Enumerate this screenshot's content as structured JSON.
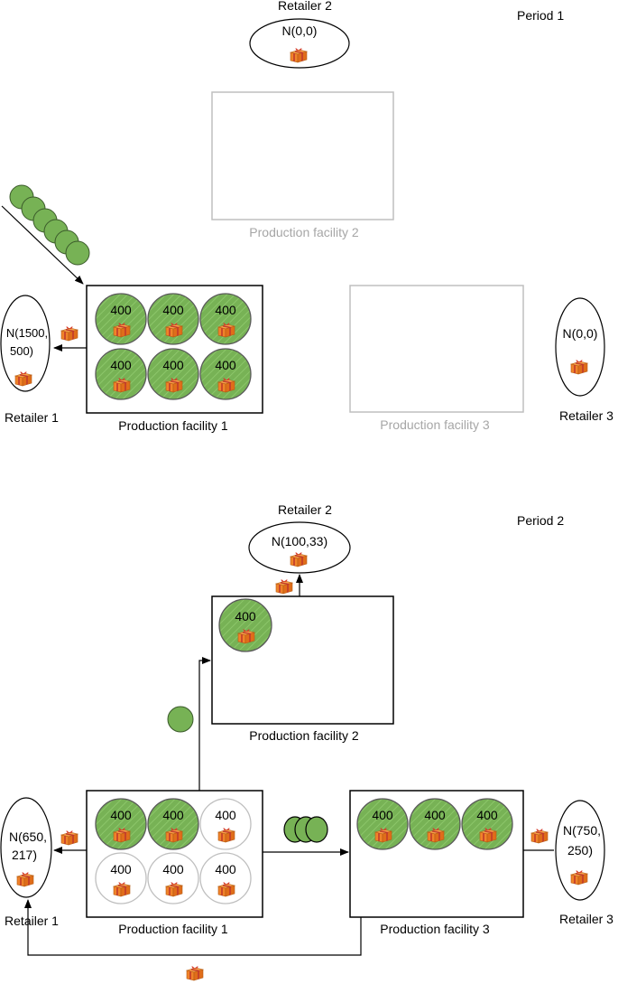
{
  "colors": {
    "module_fill": "#77b255",
    "module_stroke": "#595959",
    "empty_module_stroke": "#bfbfbf",
    "facility_stroke": "#000000",
    "inactive_facility_stroke": "#bfbfbf",
    "inactive_label": "#a6a6a6",
    "gift_box": "#f0832a",
    "gift_ribbon": "#c0392b"
  },
  "icons": {
    "product": "gift-box-icon",
    "module": "production-module-circle"
  },
  "period1": {
    "title": "Period 1",
    "retailer1": {
      "name": "Retailer 1",
      "demand_line1": "N(1500,",
      "demand_line2": "500)"
    },
    "retailer2": {
      "name": "Retailer 2",
      "demand": "N(0,0)"
    },
    "retailer3": {
      "name": "Retailer 3",
      "demand": "N(0,0)"
    },
    "facility1": {
      "name": "Production facility 1",
      "modules": [
        {
          "capacity": "400",
          "active": true
        },
        {
          "capacity": "400",
          "active": true
        },
        {
          "capacity": "400",
          "active": true
        },
        {
          "capacity": "400",
          "active": true
        },
        {
          "capacity": "400",
          "active": true
        },
        {
          "capacity": "400",
          "active": true
        }
      ]
    },
    "facility2": {
      "name": "Production facility 2",
      "active": false
    },
    "facility3": {
      "name": "Production facility 3",
      "active": false
    },
    "incoming_modules": 6
  },
  "period2": {
    "title": "Period 2",
    "retailer1": {
      "name": "Retailer 1",
      "demand_line1": "N(650,",
      "demand_line2": "217)"
    },
    "retailer2": {
      "name": "Retailer 2",
      "demand": "N(100,33)"
    },
    "retailer3": {
      "name": "Retailer 3",
      "demand_line1": "N(750,",
      "demand_line2": "250)"
    },
    "facility1": {
      "name": "Production facility 1",
      "modules": [
        {
          "capacity": "400",
          "active": true
        },
        {
          "capacity": "400",
          "active": true
        },
        {
          "capacity": "400",
          "active": false
        },
        {
          "capacity": "400",
          "active": false
        },
        {
          "capacity": "400",
          "active": false
        },
        {
          "capacity": "400",
          "active": false
        }
      ]
    },
    "facility2": {
      "name": "Production facility 2",
      "modules": [
        {
          "capacity": "400",
          "active": true
        }
      ]
    },
    "facility3": {
      "name": "Production facility 3",
      "modules": [
        {
          "capacity": "400",
          "active": true
        },
        {
          "capacity": "400",
          "active": true
        },
        {
          "capacity": "400",
          "active": true
        }
      ]
    },
    "relocations": [
      {
        "from": "Production facility 1",
        "to": "Production facility 2",
        "count": 1
      },
      {
        "from": "Production facility 1",
        "to": "Production facility 3",
        "count": 3
      }
    ]
  }
}
